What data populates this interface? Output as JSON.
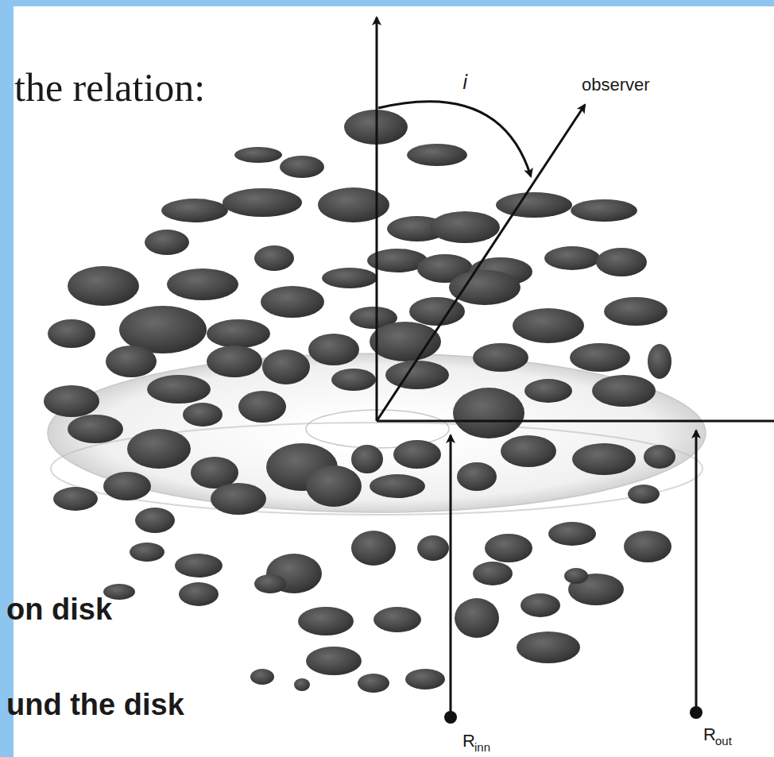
{
  "diagram": {
    "labels": [
      "the relation:",
      "i",
      "observer",
      "on disk",
      "und the disk",
      "R",
      "inn",
      "R",
      "out"
    ]
  }
}
